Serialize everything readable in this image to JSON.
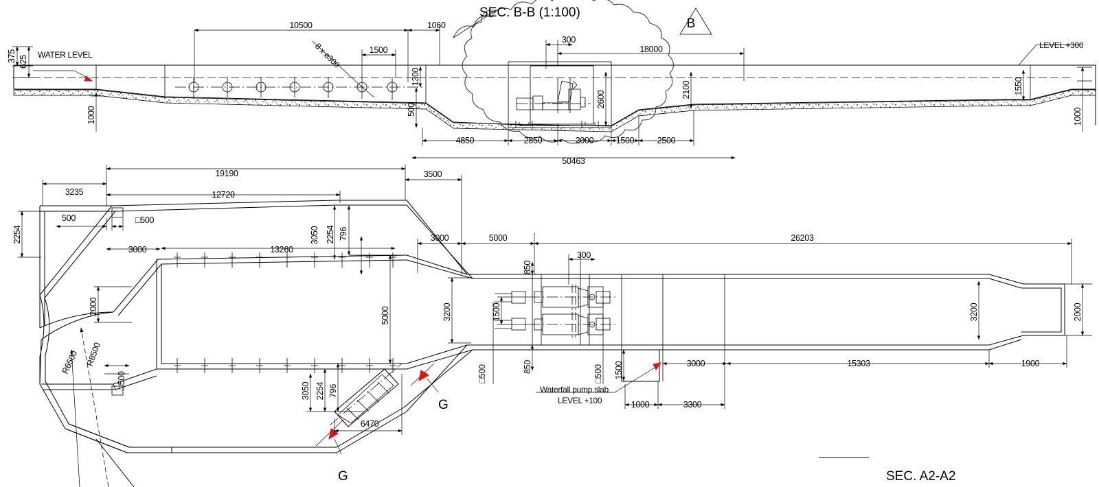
{
  "drawing": {
    "titles": {
      "section_bb": "SEC. B-B (1:100)",
      "section_a2": "SEC. A2-A2"
    },
    "markers": {
      "bubble_b": "B",
      "section_g_top": "G",
      "section_g_bottom": "G"
    },
    "labels": {
      "water_level": "WATER LEVEL",
      "level_300": "LEVEL +300",
      "pipes": "8 x ø300",
      "waterfall_slab_1": "Waterfall pump slab",
      "waterfall_slab_2": "LEVEL +100",
      "box500_a": "□500",
      "box500_b": "□500",
      "box500_c": "□500",
      "box500_d": "□500",
      "radius_6500": "R6500",
      "radius_8500": "R8500"
    },
    "section_view": {
      "dims_top": [
        "10500",
        "1060",
        "1500",
        "300",
        "18000"
      ],
      "dims_left": [
        "375",
        "625",
        "1000"
      ],
      "dims_inner": [
        "1300",
        "500",
        "2600",
        "2100",
        "1550",
        "1000"
      ],
      "dims_bottom": [
        "4850",
        "2850",
        "2000",
        "1500",
        "2500",
        "50463"
      ]
    },
    "plan_view": {
      "dims_top": [
        "19190",
        "12720",
        "3235",
        "3500",
        "3000",
        "5000",
        "26203"
      ],
      "dims_left": [
        "2254",
        "500",
        "2000",
        "3000"
      ],
      "dims_mid": [
        "13260",
        "3050",
        "2254",
        "796",
        "5000",
        "3200",
        "850",
        "300",
        "1500"
      ],
      "dims_bottom": [
        "3050",
        "2254",
        "796",
        "6470",
        "1000",
        "3300",
        "3000",
        "15303",
        "1900"
      ],
      "dims_right": [
        "3200",
        "2000"
      ]
    }
  }
}
